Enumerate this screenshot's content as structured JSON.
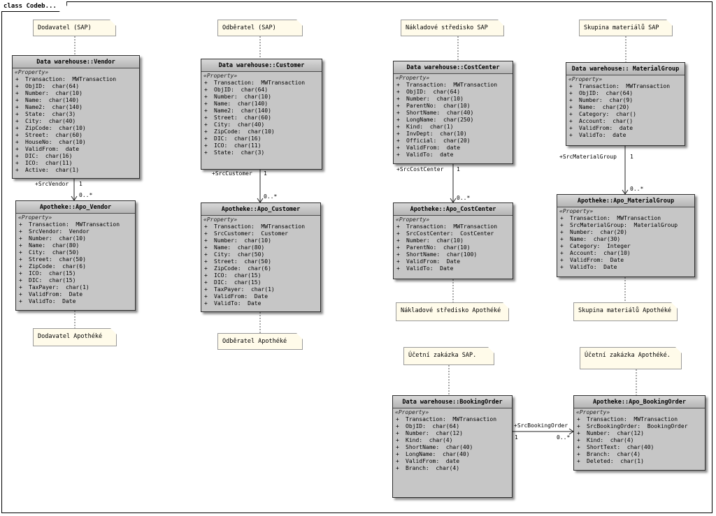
{
  "tab_label": "class Codeb...",
  "notes": [
    {
      "id": "n_vendor_sap",
      "text": "Dodavatel (SAP)"
    },
    {
      "id": "n_customer_sap",
      "text": "Odběratel (SAP)"
    },
    {
      "id": "n_cc_sap",
      "text": "Nákladové středisko SAP"
    },
    {
      "id": "n_mg_sap",
      "text": "Skupina materiálů SAP"
    },
    {
      "id": "n_vendor_apo",
      "text": "Dodavatel Apothéké"
    },
    {
      "id": "n_customer_apo",
      "text": "Odběratel Apothéké"
    },
    {
      "id": "n_cc_apo",
      "text": "Nákladové středisko Apothéké"
    },
    {
      "id": "n_mg_apo",
      "text": "Skupina materiálů Apothéké"
    },
    {
      "id": "n_bo_sap",
      "text": "Účetní zakázka SAP."
    },
    {
      "id": "n_bo_apo",
      "text": "Účetní zakázka Apothéké."
    }
  ],
  "classes": [
    {
      "id": "dw_vendor",
      "name": "Data warehouse::Vendor",
      "stereotype": "«Property»",
      "attributes": [
        "Transaction:  MWTransaction",
        "ObjID:  char(64)",
        "Number:  char(10)",
        "Name:  char(140)",
        "Name2:  char(140)",
        "State:  char(3)",
        "City:  char(40)",
        "ZipCode:  char(10)",
        "Street:  char(60)",
        "HouseNo:  char(10)",
        "ValidFrom:  date",
        "DIC:  char(16)",
        "ICO:  char(11)",
        "Active:  char(1)"
      ]
    },
    {
      "id": "apo_vendor",
      "name": "Apotheke::Apo_Vendor",
      "stereotype": "«Property»",
      "attributes": [
        "Transaction:  MWTransaction",
        "SrcVendor:  Vendor",
        "Number:  char(10)",
        "Name:  char(80)",
        "City:  char(50)",
        "Street:  char(50)",
        "ZipCode:  char(6)",
        "ICO:  char(15)",
        "DIC:  char(15)",
        "TaxPayer:  char(1)",
        "ValidFrom:  Date",
        "ValidTo:  Date"
      ]
    },
    {
      "id": "dw_customer",
      "name": "Data warehouse::Customer",
      "stereotype": "«Property»",
      "attributes": [
        "Transaction:  MWTransaction",
        "ObjID:  char(64)",
        "Number:  char(10)",
        "Name:  char(140)",
        "Name2:  char(140)",
        "Street:  char(60)",
        "City:  char(40)",
        "ZipCode:  char(10)",
        "DIC:  char(16)",
        "ICO:  char(11)",
        "State:  char(3)"
      ]
    },
    {
      "id": "apo_customer",
      "name": "Apotheke::Apo_Customer",
      "stereotype": "«Property»",
      "attributes": [
        "Transaction:  MWTransaction",
        "SrcCustomer:  Customer",
        "Number:  char(10)",
        "Name:  char(80)",
        "City:  char(50)",
        "Street:  char(50)",
        "ZipCode:  char(6)",
        "ICO:  char(15)",
        "DIC:  char(15)",
        "TaxPayer:  char(1)",
        "ValidFrom:  Date",
        "ValidTo:  Date"
      ]
    },
    {
      "id": "dw_costcenter",
      "name": "Data warehouse::CostCenter",
      "stereotype": "«Property»",
      "attributes": [
        "Transaction:  MWTransaction",
        "ObjID:  char(64)",
        "Number:  char(10)",
        "ParentNo:  char(10)",
        "ShortName:  char(40)",
        "LongName:  char(250)",
        "Kind:  char(1)",
        "InvDept:  char(10)",
        "Official:  char(20)",
        "ValidFrom:  date",
        "ValidTo:  date"
      ]
    },
    {
      "id": "apo_costcenter",
      "name": "Apotheke::Apo_CostCenter",
      "stereotype": "«Property»",
      "attributes": [
        "Transaction:  MWTransaction",
        "SrcCostCenter:  CostCenter",
        "Number:  char(10)",
        "ParentNo:  char(10)",
        "ShortName:  char(100)",
        "ValidFrom:  Date",
        "ValidTo:  Date"
      ]
    },
    {
      "id": "dw_materialgroup",
      "name": "Data warehouse:: MaterialGroup",
      "stereotype": "«Property»",
      "attributes": [
        "Transaction:  MWTransaction",
        "ObjID:  char(64)",
        "Number:  char(9)",
        "Name:  char(20)",
        "Category:  char()",
        "Account:  char()",
        "ValidFrom:  date",
        "ValidTo:  date"
      ]
    },
    {
      "id": "apo_materialgroup",
      "name": "Apotheke::Apo_MaterialGroup",
      "stereotype": "«Property»",
      "attributes": [
        "Transaction:  MWTransaction",
        "SrcMaterialGroup:  MaterialGroup",
        "Number:  char(20)",
        "Name:  char(30)",
        "Category:  Integer",
        "Account:  char(10)",
        "ValidFrom:  Date",
        "ValidTo:  Date"
      ]
    },
    {
      "id": "dw_bookingorder",
      "name": "Data warehouse::BookingOrder",
      "stereotype": "«Property»",
      "attributes": [
        "Transaction:  MWTransaction",
        "ObjID:  char(64)",
        "Number:  char(12)",
        "Kind:  char(4)",
        "ShortName:  char(40)",
        "LongName:  char(40)",
        "ValidFrom:  date",
        "Branch:  char(4)"
      ]
    },
    {
      "id": "apo_bookingorder",
      "name": "Apotheke::Apo_BookingOrder",
      "stereotype": "«Property»",
      "attributes": [
        "Transaction:  MWTransaction",
        "SrcBookingOrder:  BookingOrder",
        "Number:  char(12)",
        "Kind:  char(4)",
        "ShortText:  char(40)",
        "Branch:  char(4)",
        "Deleted:  char(1)"
      ]
    }
  ],
  "associations": [
    {
      "id": "a_vendor",
      "role": "+SrcVendor",
      "source_mult": "1",
      "target_mult": "0..*"
    },
    {
      "id": "a_customer",
      "role": "+SrcCustomer",
      "source_mult": "1",
      "target_mult": "0..*"
    },
    {
      "id": "a_costcenter",
      "role": "+SrcCostCenter",
      "source_mult": "1",
      "target_mult": "0..*"
    },
    {
      "id": "a_materialgroup",
      "role": "+SrcMaterialGroup",
      "source_mult": "1",
      "target_mult": "0..*"
    },
    {
      "id": "a_bookingorder",
      "role": "+SrcBookingOrder",
      "source_mult": "1",
      "target_mult": "0..*"
    }
  ]
}
